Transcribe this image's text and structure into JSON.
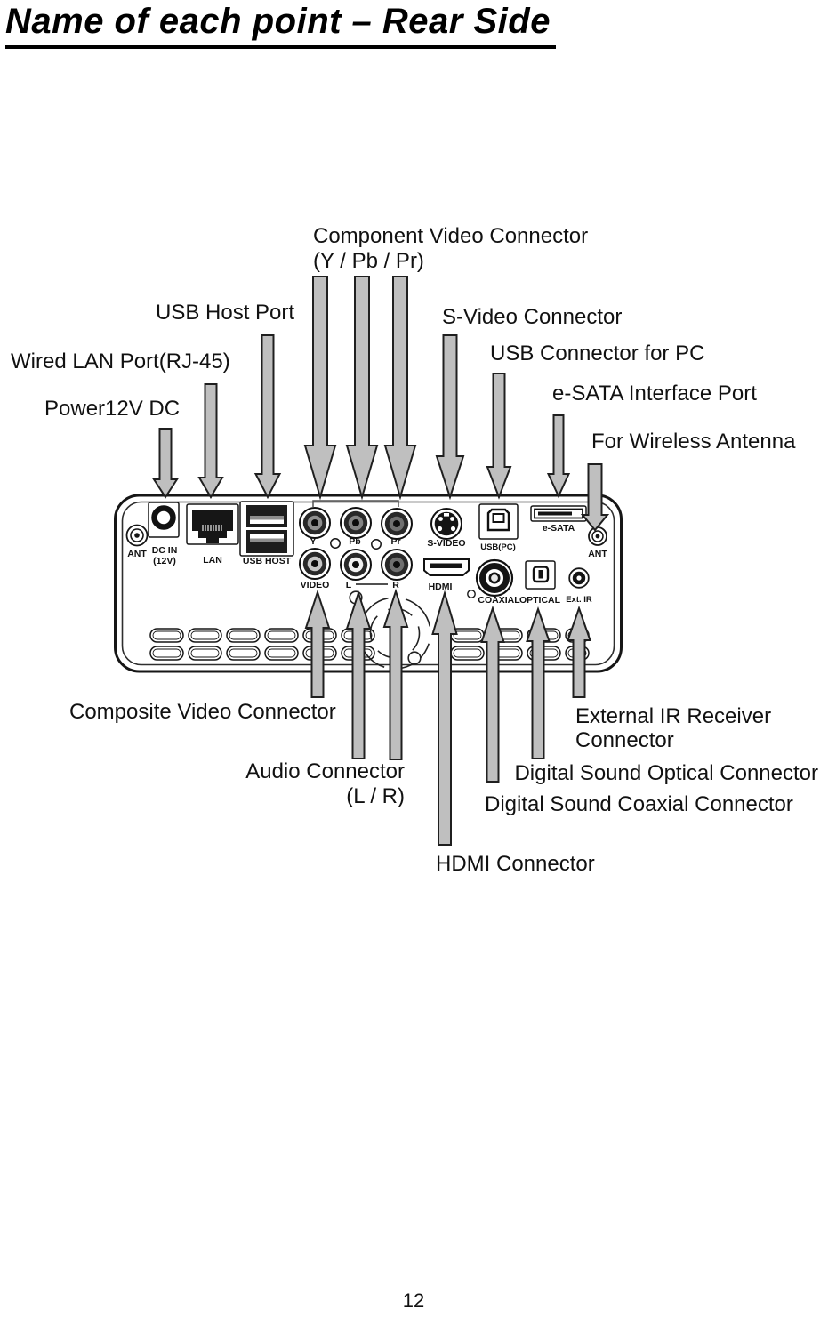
{
  "page": {
    "title": "Name of each point – Rear Side",
    "page_number": "12"
  },
  "callouts": {
    "component_line1": "Component Video Connector",
    "component_line2": "(Y / Pb / Pr)",
    "usb_host": "USB Host Port",
    "s_video": "S-Video Connector",
    "wired_lan": "Wired LAN Port(RJ-45)",
    "usb_pc": "USB Connector for PC",
    "esata": "e-SATA Interface Port",
    "power": "Power12V DC",
    "wireless": "For Wireless Antenna",
    "composite": "Composite Video Connector",
    "ext_ir_line1": "External IR Receiver",
    "ext_ir_line2": "Connector",
    "audio_line1": "Audio Connector",
    "audio_line2": "(L / R)",
    "optical": "Digital Sound Optical Connector",
    "coaxial": "Digital Sound Coaxial Connector",
    "hdmi": "HDMI Connector"
  },
  "panel_labels": {
    "ant_left": "ANT",
    "dc_in_line1": "DC IN",
    "dc_in_line2": "(12V)",
    "lan": "LAN",
    "usb_host": "USB HOST",
    "y": "Y",
    "pb": "Pb",
    "pr": "Pr",
    "video": "VIDEO",
    "l": "L",
    "r": "R",
    "s_video": "S-VIDEO",
    "hdmi": "HDMI",
    "usb_pc": "USB(PC)",
    "esata": "e-SATA",
    "ant_right": "ANT",
    "coaxial": "COAXIAL",
    "optical": "OPTICAL",
    "ext_ir": "Ext. IR"
  },
  "colors": {
    "arrow_fill": "#bfbfbf",
    "outline": "#1a1a1a"
  }
}
